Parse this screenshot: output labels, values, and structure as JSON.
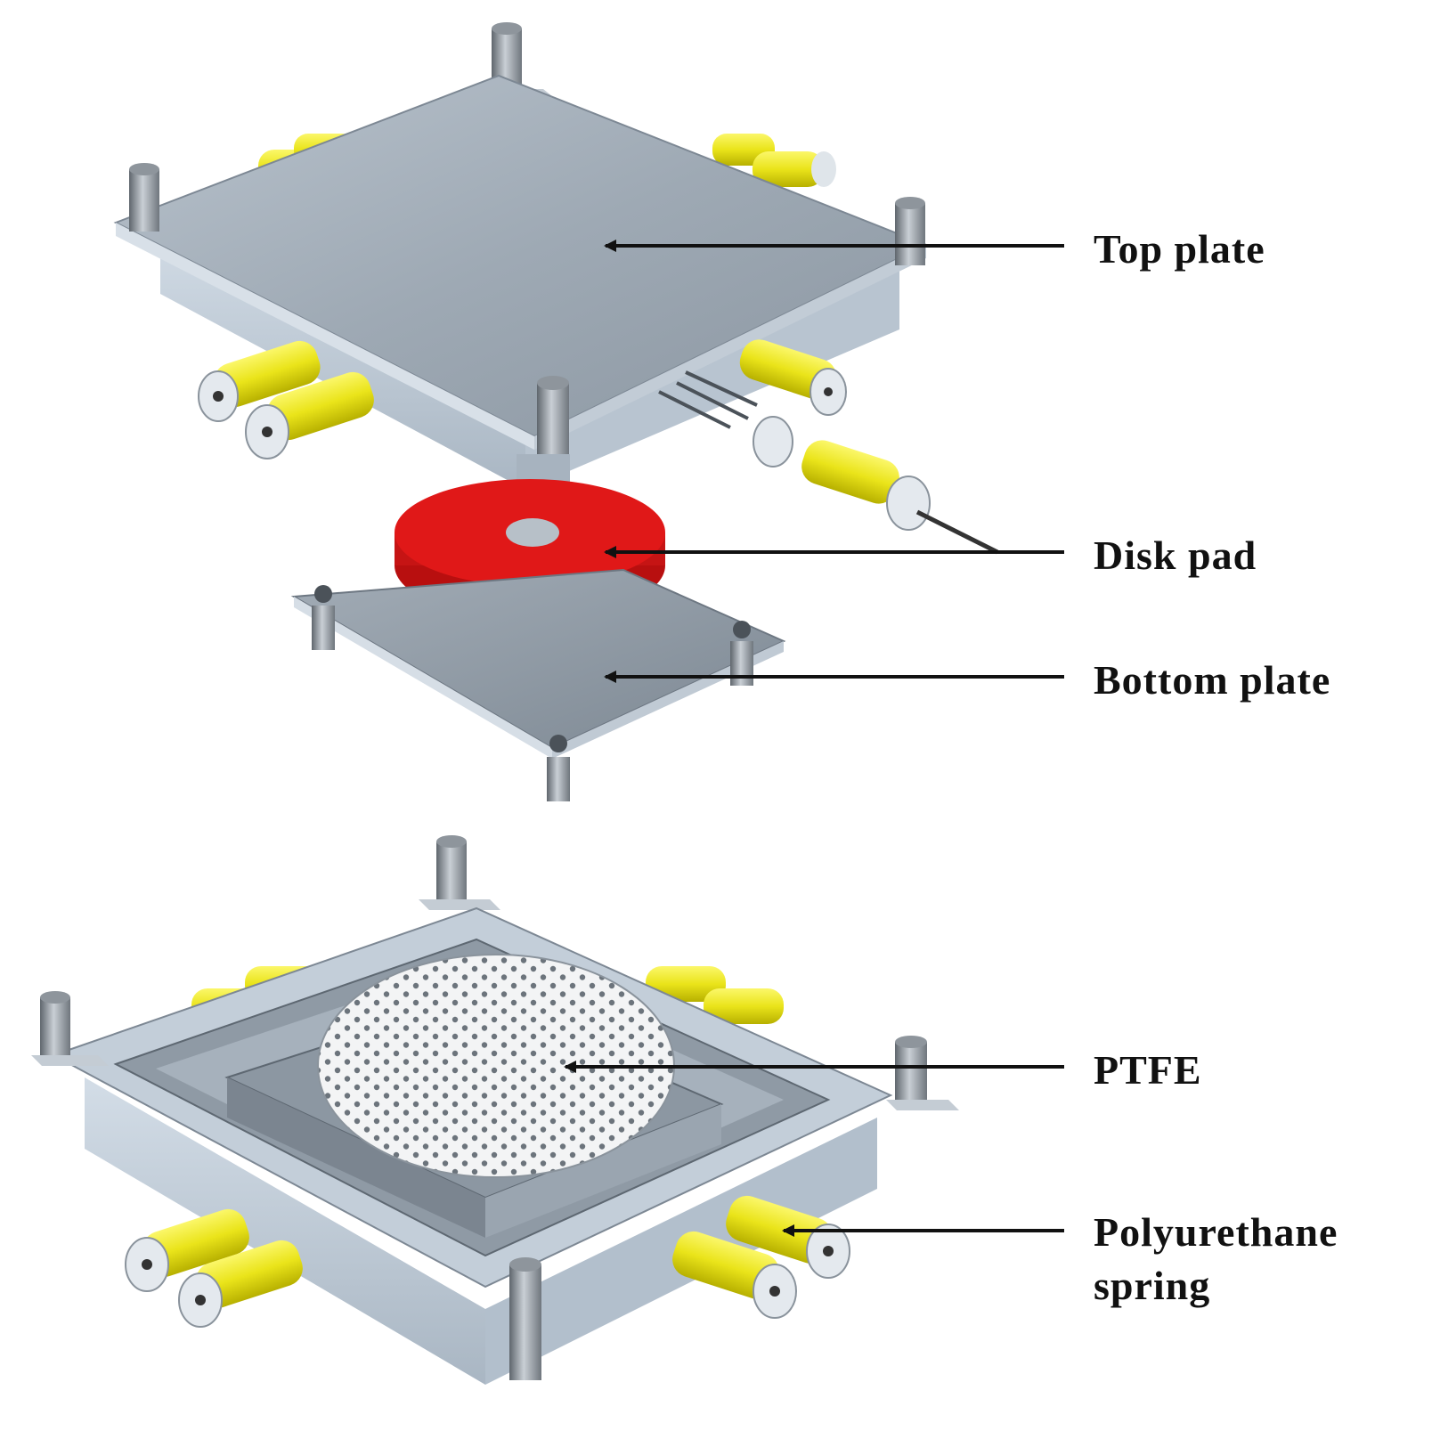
{
  "labels": {
    "top_plate": "Top plate",
    "disk_pad": "Disk pad",
    "bottom_plate": "Bottom plate",
    "ptfe": "PTFE",
    "polyurethane_line1": "Polyurethane",
    "polyurethane_line2": "spring"
  },
  "colors": {
    "steel": "#9aa6b2",
    "steel_light": "#c7d1db",
    "steel_dark": "#6f7a86",
    "disk_pad": "#e01818",
    "spring": "#f2ee1a",
    "ptfe": "#f3f4f5",
    "arrow": "#111111"
  },
  "icons": [
    "pin-icon",
    "spring-icon",
    "disk-pad-icon",
    "ptfe-pad-icon"
  ]
}
